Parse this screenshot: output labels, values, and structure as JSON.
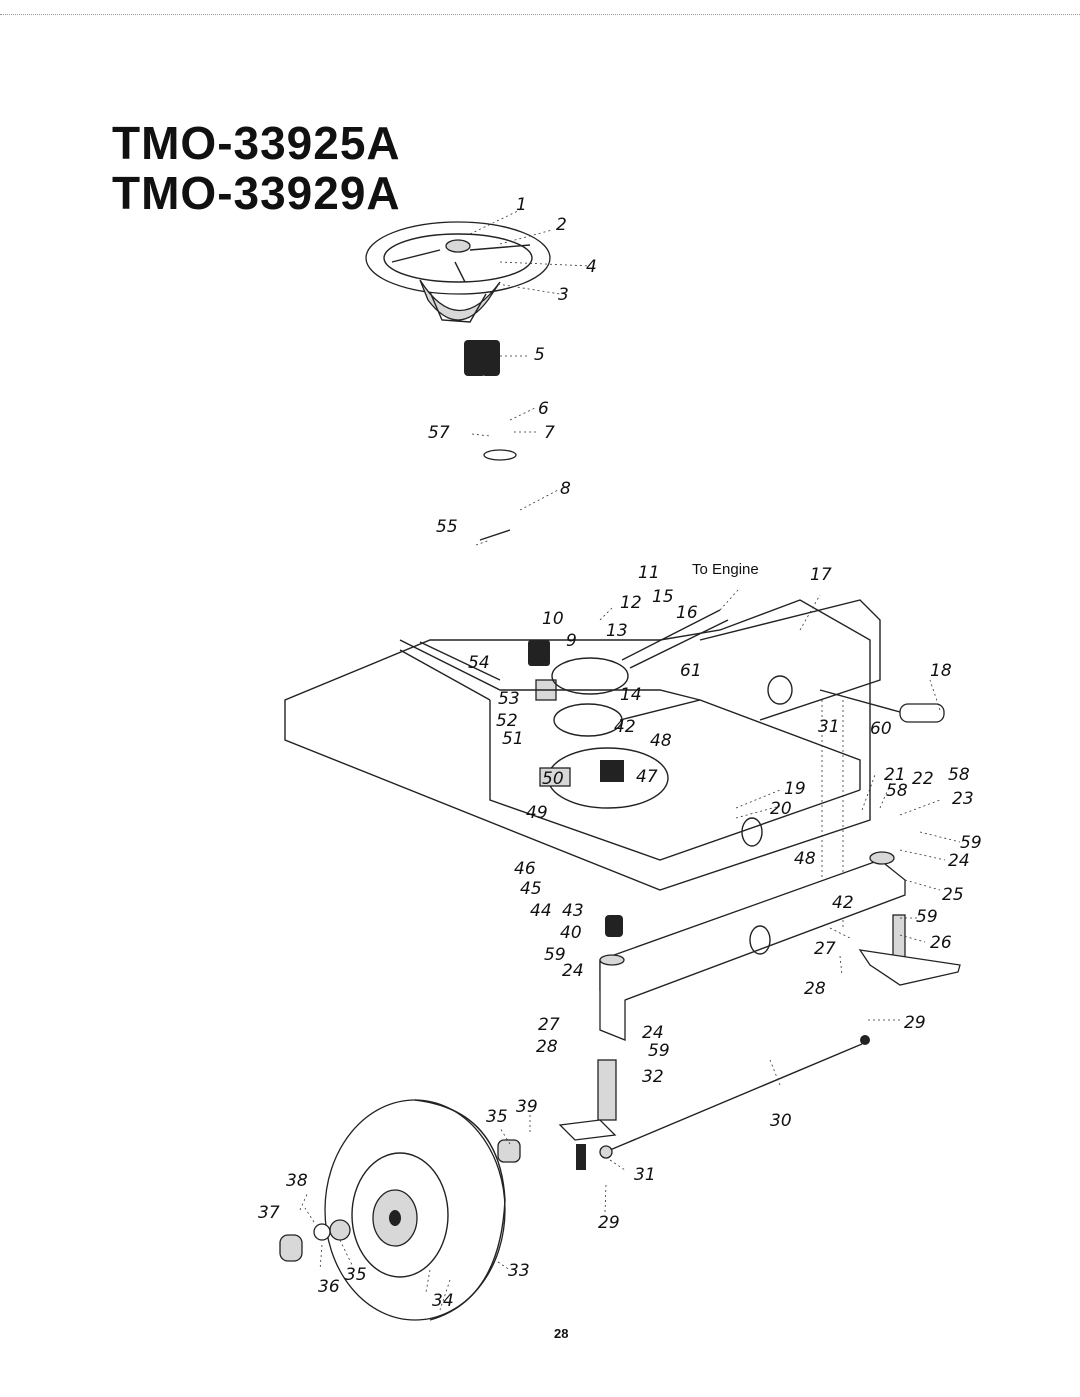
{
  "models": [
    "TMO-33925A",
    "TMO-33929A"
  ],
  "page_number": "28",
  "callouts": {
    "to_engine": "To Engine",
    "parts": [
      {
        "id": "p1",
        "num": "1"
      },
      {
        "id": "p2",
        "num": "2"
      },
      {
        "id": "p3",
        "num": "3"
      },
      {
        "id": "p4",
        "num": "4"
      },
      {
        "id": "p5",
        "num": "5"
      },
      {
        "id": "p6",
        "num": "6"
      },
      {
        "id": "p7",
        "num": "7"
      },
      {
        "id": "p8",
        "num": "8"
      },
      {
        "id": "p9",
        "num": "9"
      },
      {
        "id": "p10",
        "num": "10"
      },
      {
        "id": "p11",
        "num": "11"
      },
      {
        "id": "p12",
        "num": "12"
      },
      {
        "id": "p13",
        "num": "13"
      },
      {
        "id": "p14",
        "num": "14"
      },
      {
        "id": "p15",
        "num": "15"
      },
      {
        "id": "p16",
        "num": "16"
      },
      {
        "id": "p17",
        "num": "17"
      },
      {
        "id": "p18",
        "num": "18"
      },
      {
        "id": "p19",
        "num": "19"
      },
      {
        "id": "p20",
        "num": "20"
      },
      {
        "id": "p21",
        "num": "21"
      },
      {
        "id": "p22",
        "num": "22"
      },
      {
        "id": "p23",
        "num": "23"
      },
      {
        "id": "p24a",
        "num": "24"
      },
      {
        "id": "p24b",
        "num": "24"
      },
      {
        "id": "p24c",
        "num": "24"
      },
      {
        "id": "p25",
        "num": "25"
      },
      {
        "id": "p26",
        "num": "26"
      },
      {
        "id": "p27a",
        "num": "27"
      },
      {
        "id": "p27b",
        "num": "27"
      },
      {
        "id": "p28a",
        "num": "28"
      },
      {
        "id": "p28b",
        "num": "28"
      },
      {
        "id": "p29a",
        "num": "29"
      },
      {
        "id": "p29b",
        "num": "29"
      },
      {
        "id": "p30",
        "num": "30"
      },
      {
        "id": "p31a",
        "num": "31"
      },
      {
        "id": "p31b",
        "num": "31"
      },
      {
        "id": "p32",
        "num": "32"
      },
      {
        "id": "p33",
        "num": "33"
      },
      {
        "id": "p34",
        "num": "34"
      },
      {
        "id": "p35a",
        "num": "35"
      },
      {
        "id": "p35b",
        "num": "35"
      },
      {
        "id": "p36",
        "num": "36"
      },
      {
        "id": "p37",
        "num": "37"
      },
      {
        "id": "p38",
        "num": "38"
      },
      {
        "id": "p39",
        "num": "39"
      },
      {
        "id": "p40",
        "num": "40"
      },
      {
        "id": "p42a",
        "num": "42"
      },
      {
        "id": "p42b",
        "num": "42"
      },
      {
        "id": "p43",
        "num": "43"
      },
      {
        "id": "p44",
        "num": "44"
      },
      {
        "id": "p45",
        "num": "45"
      },
      {
        "id": "p46",
        "num": "46"
      },
      {
        "id": "p47",
        "num": "47"
      },
      {
        "id": "p48a",
        "num": "48"
      },
      {
        "id": "p48b",
        "num": "48"
      },
      {
        "id": "p49",
        "num": "49"
      },
      {
        "id": "p50",
        "num": "50"
      },
      {
        "id": "p51",
        "num": "51"
      },
      {
        "id": "p52",
        "num": "52"
      },
      {
        "id": "p53",
        "num": "53"
      },
      {
        "id": "p54",
        "num": "54"
      },
      {
        "id": "p55",
        "num": "55"
      },
      {
        "id": "p57",
        "num": "57"
      },
      {
        "id": "p58a",
        "num": "58"
      },
      {
        "id": "p58b",
        "num": "58"
      },
      {
        "id": "p59a",
        "num": "59"
      },
      {
        "id": "p59b",
        "num": "59"
      },
      {
        "id": "p59c",
        "num": "59"
      },
      {
        "id": "p59d",
        "num": "59"
      },
      {
        "id": "p60",
        "num": "60"
      },
      {
        "id": "p61",
        "num": "61"
      }
    ]
  }
}
